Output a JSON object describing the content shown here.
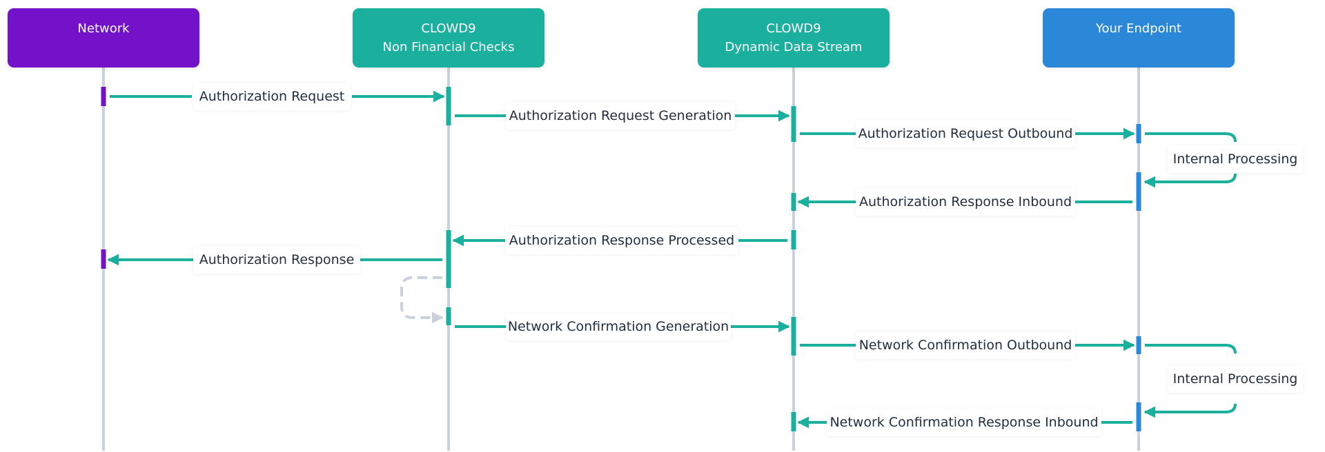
{
  "colors": {
    "network": "#7412c9",
    "clowd9": "#1baf9e",
    "endpoint": "#2b88d9",
    "lifeline": "#c9d2db",
    "arrow": "#1baf9e",
    "self_dashed": "#c9d2db",
    "text": "#1f2d3d"
  },
  "actors": [
    {
      "id": "network",
      "lines": [
        "Network"
      ]
    },
    {
      "id": "nfc",
      "lines": [
        "CLOWD9",
        "Non Financial Checks"
      ]
    },
    {
      "id": "dds",
      "lines": [
        "CLOWD9",
        "Dynamic Data Stream"
      ]
    },
    {
      "id": "endpoint",
      "lines": [
        "Your Endpoint"
      ]
    }
  ],
  "messages": [
    {
      "id": "auth-request",
      "from": "network",
      "to": "nfc",
      "label": "Authorization Request"
    },
    {
      "id": "auth-request-generation",
      "from": "nfc",
      "to": "dds",
      "label": "Authorization Request Generation"
    },
    {
      "id": "auth-request-outbound",
      "from": "dds",
      "to": "endpoint",
      "label": "Authorization Request Outbound"
    },
    {
      "id": "internal-processing-1",
      "from": "endpoint",
      "to": "endpoint",
      "label": "Internal Processing"
    },
    {
      "id": "auth-response-inbound",
      "from": "endpoint",
      "to": "dds",
      "label": "Authorization Response Inbound"
    },
    {
      "id": "auth-response-processed",
      "from": "dds",
      "to": "nfc",
      "label": "Authorization Response Processed"
    },
    {
      "id": "auth-response",
      "from": "nfc",
      "to": "network",
      "label": "Authorization Response"
    },
    {
      "id": "nfc-self-loop",
      "from": "nfc",
      "to": "nfc",
      "label": ""
    },
    {
      "id": "network-confirmation-generation",
      "from": "nfc",
      "to": "dds",
      "label": "Network Confirmation Generation"
    },
    {
      "id": "network-confirmation-outbound",
      "from": "dds",
      "to": "endpoint",
      "label": "Network Confirmation Outbound"
    },
    {
      "id": "internal-processing-2",
      "from": "endpoint",
      "to": "endpoint",
      "label": "Internal Processing"
    },
    {
      "id": "network-confirmation-response-inbound",
      "from": "endpoint",
      "to": "dds",
      "label": "Network Confirmation Response Inbound"
    }
  ]
}
